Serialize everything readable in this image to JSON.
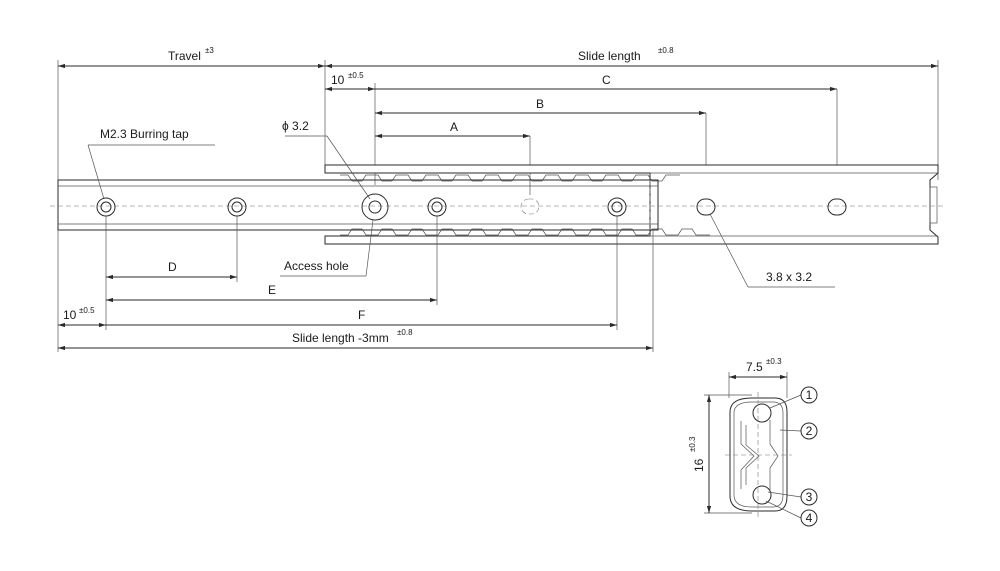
{
  "dimensions": {
    "travel": "Travel",
    "travel_tol": "±3",
    "slide_length": "Slide length",
    "slide_length_tol": "±0.8",
    "ten_top": "10",
    "ten_top_tol": "±0.5",
    "ten_bottom": "10",
    "ten_bottom_tol": "±0.5",
    "a": "A",
    "b": "B",
    "c": "C",
    "d": "D",
    "e": "E",
    "f": "F",
    "slide_length_minus": "Slide length -3mm",
    "slide_length_minus_tol": "±0.8",
    "phi": "ϕ 3.2",
    "burring_tap": "M2.3 Burring tap",
    "access_hole": "Access hole",
    "slot": "3.8 x 3.2",
    "width": "7.5",
    "width_tol": "±0.3",
    "height": "16",
    "height_tol": "±0.3"
  },
  "balloons": [
    "1",
    "2",
    "3",
    "4"
  ]
}
